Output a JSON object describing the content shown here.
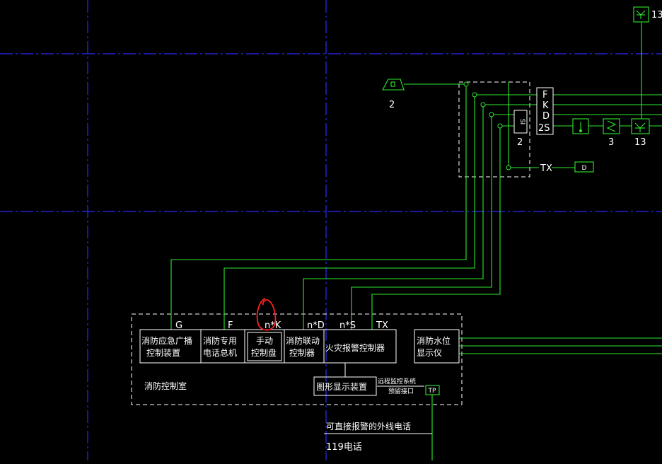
{
  "colors": {
    "background": "#000000",
    "wire": "#2ee82e",
    "axis": "#2a2aff",
    "text": "#ffffff",
    "annotation": "#ff2020"
  },
  "labels": {
    "G": "G",
    "F": "F",
    "nK": "n*K",
    "nD": "n*D",
    "nS": "n*S",
    "TX": "TX",
    "TX2": "TX",
    "speaker_count": "2",
    "module_count": "2",
    "count_13_top": "13",
    "count_3": "3",
    "count_13": "13",
    "fkd_F": "F",
    "fkd_K": "K",
    "fkd_D": "D",
    "fkd_2S": "2S",
    "si": "SI",
    "d_box": "D",
    "tp": "TP"
  },
  "boxes": {
    "broadcast": [
      "消防应急广播",
      "控制装置"
    ],
    "phone": [
      "消防专用",
      "电话总机"
    ],
    "manual": [
      "手动",
      "控制盘"
    ],
    "linkage": [
      "消防联动",
      "控制器"
    ],
    "alarm": "火灾报警控制器",
    "water": [
      "消防水位",
      "显示仪"
    ],
    "graphic": "图形显示装置",
    "remote": [
      "远程监控系统",
      "预留接口"
    ]
  },
  "room_label": "消防控制室",
  "note_line1": "可直接报警的外线电话",
  "note_line2": "119电话"
}
